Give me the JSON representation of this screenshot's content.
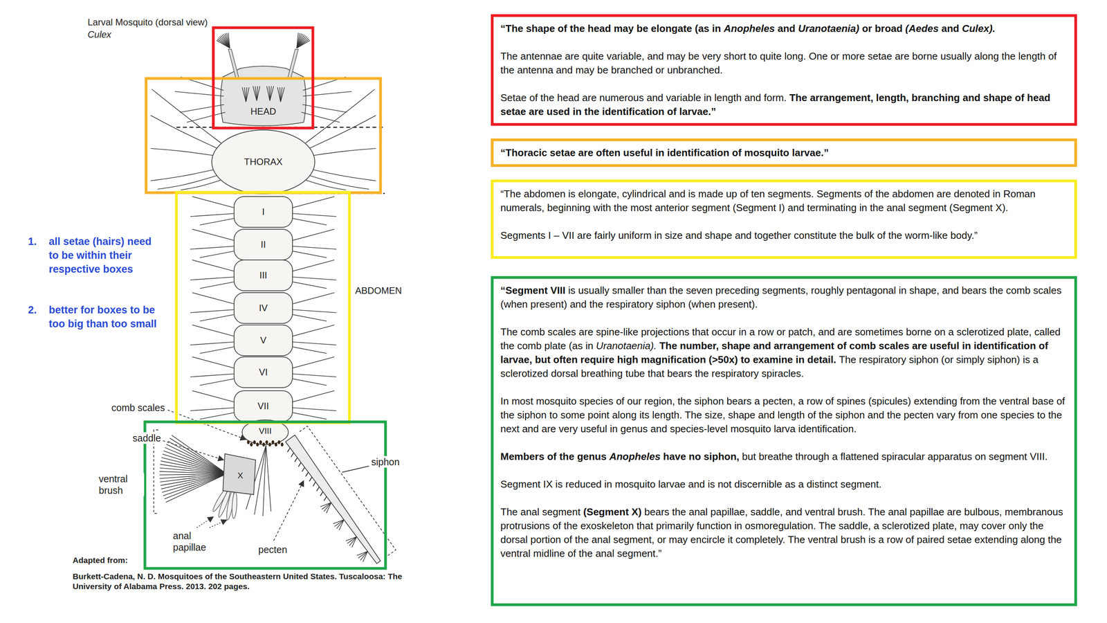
{
  "diagram": {
    "nodes": [
      {
        "text": [
          "“The shape of the head may be elongate (as in Anopheles and Uranotaenia) or broad (Aedes and Culex).",
          "The antennae are quite variable, and may be very short to quite long. One or more setae are borne usually along the length of the antenna and may be branched or unbranched.",
          "Setae of the head are numerous and variable in length and form. The arrangement, length, branching and shape of head setae are used in the identification of larvae.”"
        ]
      },
      {
        "text": [
          "“Thoracic setae are often useful in identification of mosquito larvae.”"
        ]
      },
      {
        "text": [
          "“The abdomen is elongate, cylindrical and is made up of ten segments. Segments of the abdomen are denoted in Roman numerals, beginning with the most anterior segment (Segment I) and terminating in the anal segment (Segment X).",
          "Segments I – VII are fairly uniform in size and shape and together constitute the bulk of the worm-like body.”"
        ]
      },
      {
        "text": [
          "“Segment VIII is usually smaller than the seven preceding segments, roughly pentagonal in shape, and bears the comb scales (when present) and the respiratory siphon (when present).",
          "The comb scales are spine-like projections that occur in a row or patch, and are sometimes borne on a sclerotized plate, called the comb plate (as in Uranotaenia). The number, shape and arrangement of comb scales are useful in identification of larvae, but often require high magnification (>50x) to examine in detail. The respiratory siphon (or simply siphon) is a sclerotized dorsal breathing tube that bears the respiratory spiracles.",
          "In most mosquito species of our region, the siphon bears a pecten, a row of spines (spicules) extending from the ventral base of the siphon to some point along its length. The size, shape and length of the siphon and the pecten vary from one species to the next and are very useful in genus and species-level mosquito larva identification.",
          "Members of the genus Anopheles have no siphon, but breathe through a flattened spiracular apparatus on segment VIII.",
          "Segment IX is reduced in mosquito larvae and is not discernible as a distinct segment.",
          "The anal segment (Segment X) bears the anal papillae, saddle, and ventral brush. The anal papillae are bulbous, membranous protrusions of the exoskeleton that primarily function in osmoregulation. The saddle, a sclerotized plate, may cover only the dorsal portion of the anal segment, or may encircle it completely. The ventral brush is a row of paired setae extending along the ventral midline of the anal segment.”"
        ]
      }
    ],
    "labels": [
      "Larval Mosquito (dorsal view)",
      "Culex",
      "HEAD",
      "THORAX",
      "I",
      "II",
      "III",
      "IV",
      "V",
      "VI",
      "VII",
      "ABDOMEN",
      "comb scales",
      "VIII",
      "saddle",
      "X",
      "ventral brush",
      "siphon",
      "anal papillae",
      "pecten",
      "1.",
      "all setae (hairs) need to be within their respective boxes",
      "2.",
      "better for boxes to be too big than too small",
      "Adapted from:",
      "Burkett-Cadena, N. D. Mosquitoes of the Southeastern United States. Tuscaloosa: The University of Alabama Press. 2013. 202 pages."
    ]
  }
}
